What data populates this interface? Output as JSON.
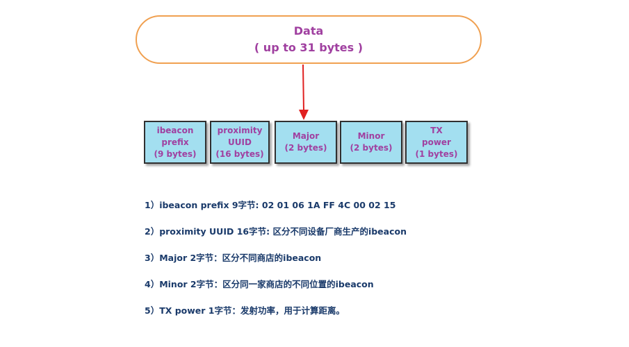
{
  "data_node": {
    "title": "Data",
    "subtitle": "( up to 31 bytes )"
  },
  "fields": [
    {
      "line1": "ibeacon",
      "line2": "prefix",
      "line3": "(9 bytes)"
    },
    {
      "line1": "proximity",
      "line2": "UUID",
      "line3": "(16 bytes)"
    },
    {
      "line1": "Major",
      "line2": "(2 bytes)",
      "line3": ""
    },
    {
      "line1": "Minor",
      "line2": "(2 bytes)",
      "line3": ""
    },
    {
      "line1": "TX",
      "line2": "power",
      "line3": "(1 bytes)"
    }
  ],
  "notes": [
    "1）ibeacon prefix 9字节: 02 01 06 1A FF 4C 00 02 15",
    "2）proximity UUID 16字节: 区分不同设备厂商生产的ibeacon",
    "3）Major 2字节：区分不同商店的ibeacon",
    "4）Minor 2字节：区分同一家商店的不同位置的ibeacon",
    "5）TX power 1字节：发射功率，用于计算距离。"
  ],
  "colors": {
    "oval_border": "#f0a050",
    "label_text": "#a040a0",
    "box_fill": "#a3dff0",
    "arrow": "#e02020",
    "note_text": "#1a3a6a"
  }
}
